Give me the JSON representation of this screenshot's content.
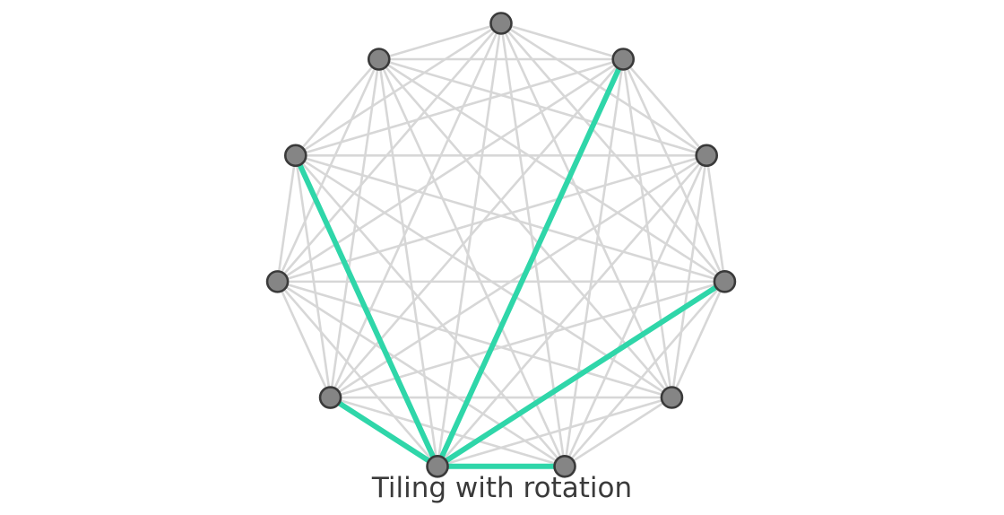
{
  "caption": "Tiling with rotation",
  "graph": {
    "node_count": 11,
    "all_pairs_connected": true,
    "highlighted_star_center": 0,
    "highlighted_edges": [
      [
        0,
        1
      ],
      [
        0,
        3
      ],
      [
        0,
        5
      ],
      [
        0,
        8
      ],
      [
        0,
        10
      ]
    ],
    "colors": {
      "background_edge": "#d7d7d7",
      "highlight_edge": "#2fd6a9",
      "node_fill": "#858585",
      "node_stroke": "#3a3a3a",
      "caption_text": "#3a3a3a"
    }
  }
}
